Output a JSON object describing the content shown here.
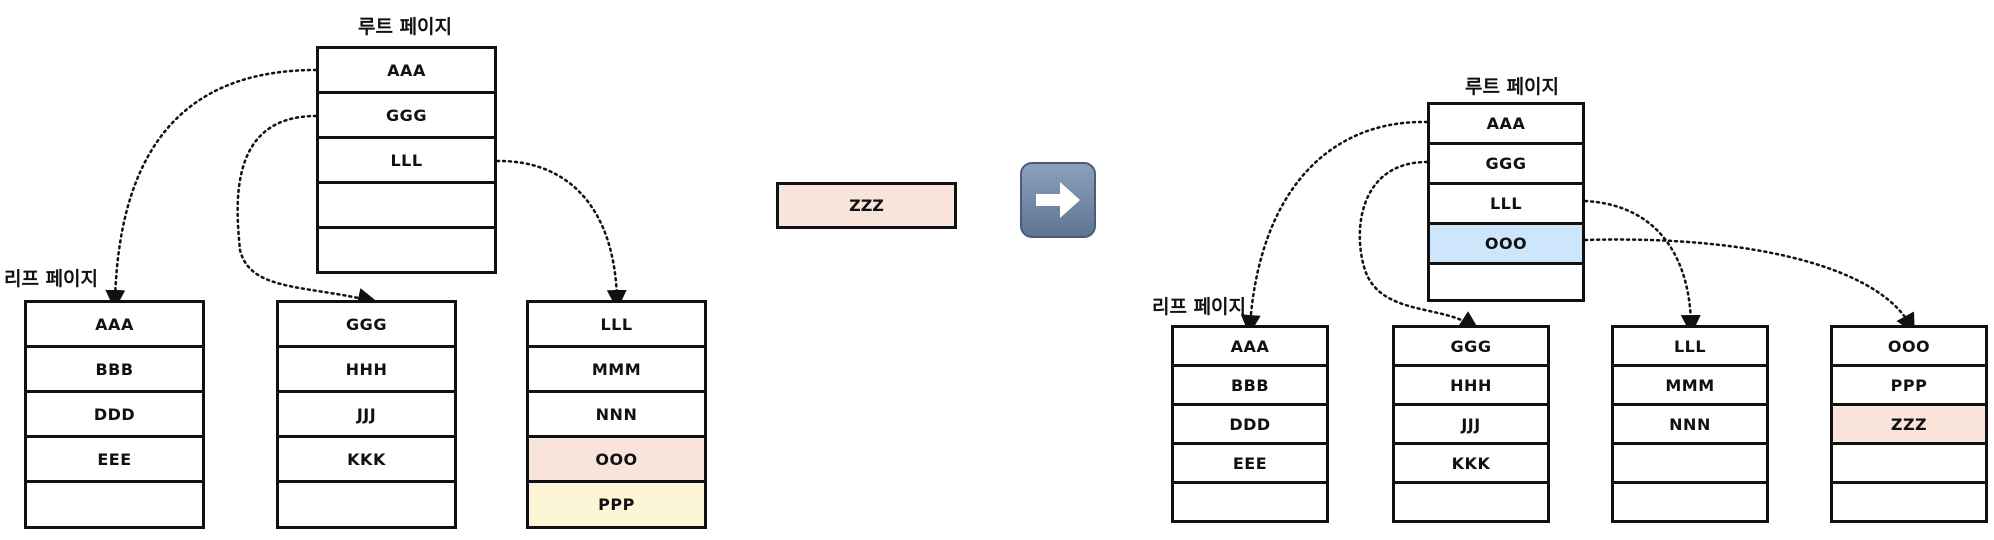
{
  "left": {
    "root_title": "루트 페이지",
    "leaf_title": "리프 페이지",
    "root_rows": [
      "AAA",
      "GGG",
      "LLL",
      "",
      ""
    ],
    "leaves": [
      {
        "rows": [
          "AAA",
          "BBB",
          "DDD",
          "EEE",
          ""
        ]
      },
      {
        "rows": [
          "GGG",
          "HHH",
          "JJJ",
          "KKK",
          ""
        ]
      },
      {
        "rows": [
          "LLL",
          "MMM",
          "NNN",
          "OOO",
          "PPP"
        ]
      }
    ]
  },
  "insert_item": "ZZZ",
  "arrow_icon": "right-arrow-icon",
  "right": {
    "root_title": "루트 페이지",
    "leaf_title": "리프 페이지",
    "root_rows": [
      "AAA",
      "GGG",
      "LLL",
      "OOO",
      ""
    ],
    "leaves": [
      {
        "rows": [
          "AAA",
          "BBB",
          "DDD",
          "EEE",
          ""
        ]
      },
      {
        "rows": [
          "GGG",
          "HHH",
          "JJJ",
          "KKK",
          ""
        ]
      },
      {
        "rows": [
          "LLL",
          "MMM",
          "NNN",
          "",
          ""
        ]
      },
      {
        "rows": [
          "OOO",
          "PPP",
          "ZZZ",
          "",
          ""
        ]
      }
    ]
  },
  "colors": {
    "pink": "#f9e4dc",
    "yellow": "#fdf6d6",
    "blue": "#cde6fb"
  }
}
